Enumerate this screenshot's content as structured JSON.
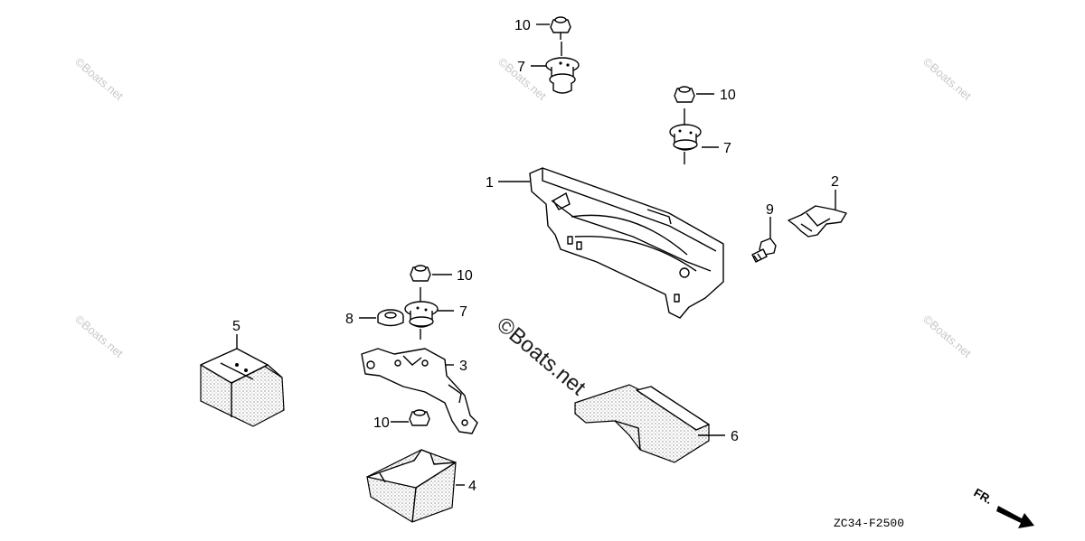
{
  "diagram": {
    "callouts": [
      {
        "id": "c1",
        "number": "1"
      },
      {
        "id": "c2",
        "number": "2"
      },
      {
        "id": "c3",
        "number": "3"
      },
      {
        "id": "c4",
        "number": "4"
      },
      {
        "id": "c5",
        "number": "5"
      },
      {
        "id": "c6",
        "number": "6"
      },
      {
        "id": "c7a",
        "number": "7"
      },
      {
        "id": "c7b",
        "number": "7"
      },
      {
        "id": "c7c",
        "number": "7"
      },
      {
        "id": "c8",
        "number": "8"
      },
      {
        "id": "c9",
        "number": "9"
      },
      {
        "id": "c10a",
        "number": "10"
      },
      {
        "id": "c10b",
        "number": "10"
      },
      {
        "id": "c10c",
        "number": "10"
      },
      {
        "id": "c10d",
        "number": "10"
      }
    ],
    "watermark_small": "©Boats.net",
    "watermark_center": "©Boats.net",
    "drawing_code": "ZC34-F2500",
    "direction_label": "FR.",
    "direction_icon": "arrow-icon"
  }
}
